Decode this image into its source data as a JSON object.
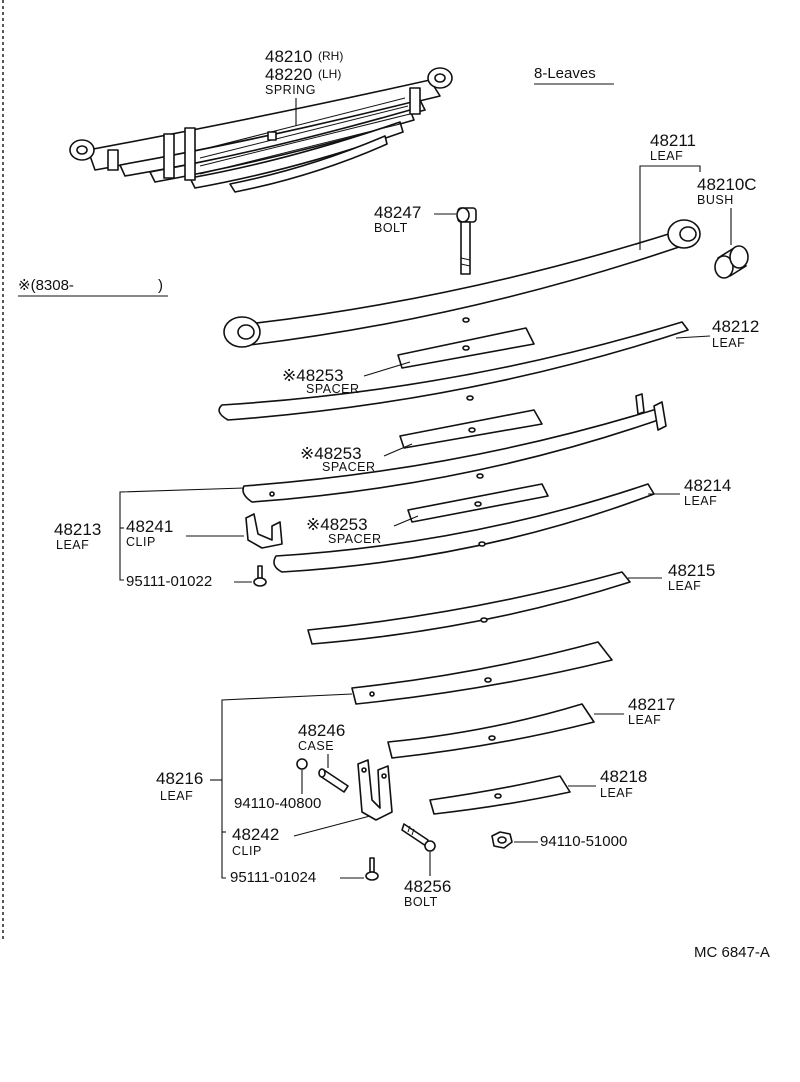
{
  "header_note": "8-Leaves",
  "date_note": "※(8308-",
  "date_note_close": ")",
  "drawing_code": "MC  6847-A",
  "parts": {
    "spring": {
      "num1": "48210",
      "rh": "(RH)",
      "num2": "48220",
      "lh": "(LH)",
      "name": "SPRING"
    },
    "leaf1": {
      "num": "48211",
      "name": "LEAF"
    },
    "bush": {
      "num": "48210C",
      "name": "BUSH"
    },
    "bolt1": {
      "num": "48247",
      "name": "BOLT"
    },
    "leaf2": {
      "num": "48212",
      "name": "LEAF"
    },
    "spacer1": {
      "num": "※48253",
      "name": "SPACER"
    },
    "spacer2": {
      "num": "※48253",
      "name": "SPACER"
    },
    "spacer3": {
      "num": "※48253",
      "name": "SPACER"
    },
    "leaf3": {
      "num": "48213",
      "name": "LEAF"
    },
    "clip1": {
      "num": "48241",
      "name": "CLIP"
    },
    "rivet1": {
      "num": "95111-01022"
    },
    "leaf4": {
      "num": "48214",
      "name": "LEAF"
    },
    "leaf5": {
      "num": "48215",
      "name": "LEAF"
    },
    "leaf6": {
      "num": "48216",
      "name": "LEAF"
    },
    "case": {
      "num": "48246",
      "name": "CASE"
    },
    "leaf7": {
      "num": "48217",
      "name": "LEAF"
    },
    "leaf8": {
      "num": "48218",
      "name": "LEAF"
    },
    "nut1": {
      "num": "94110-40800"
    },
    "clip2": {
      "num": "48242",
      "name": "CLIP"
    },
    "nut2": {
      "num": "94110-51000"
    },
    "rivet2": {
      "num": "95111-01024"
    },
    "bolt2": {
      "num": "48256",
      "name": "BOLT"
    }
  }
}
